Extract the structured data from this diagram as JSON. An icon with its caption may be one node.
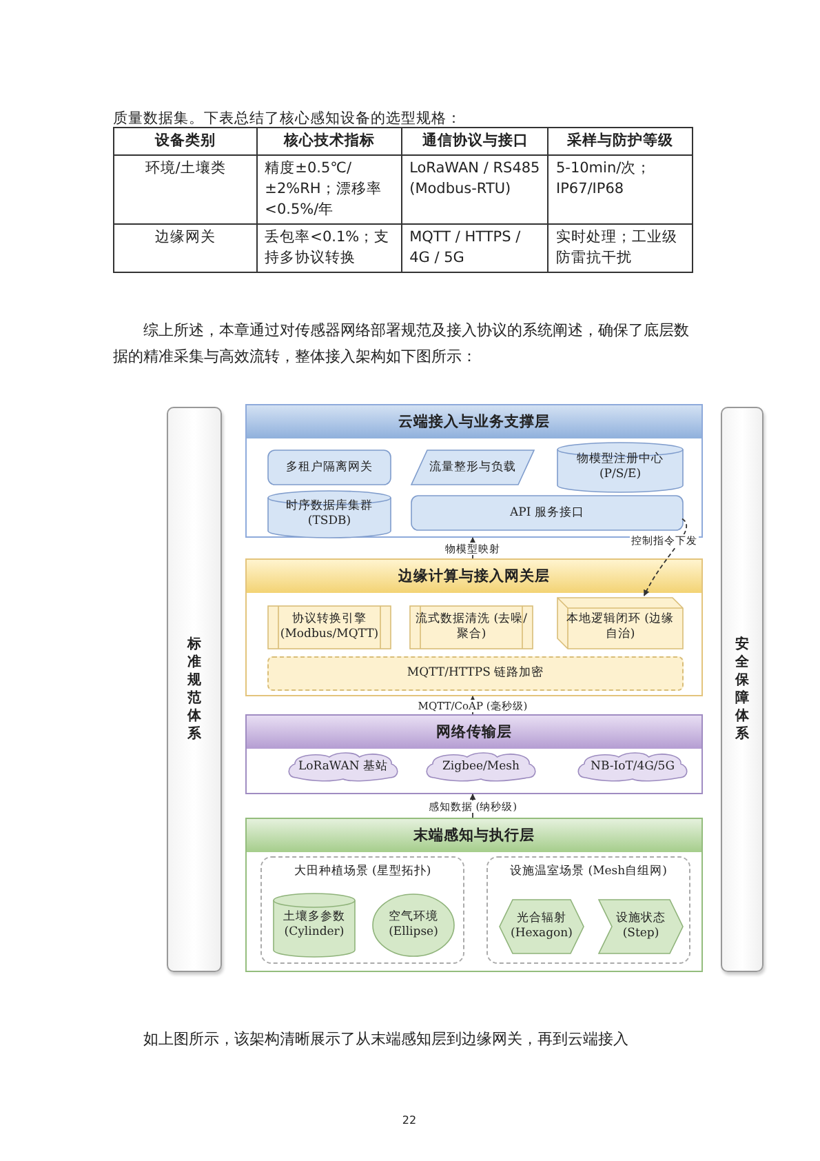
{
  "diagram": {
    "nodes": [
      {
        "text": [
          "标准规范体系"
        ]
      },
      {
        "text": [
          "云端接入与业务支撑层"
        ]
      },
      {
        "text": [
          "多租户隔离网关"
        ],
        "in": 1
      },
      {
        "text": [
          "流量整形与负载"
        ],
        "in": 1
      },
      {
        "text": [
          "物模型注册中心 (P/S/E)"
        ],
        "in": 1
      },
      {
        "text": [
          "时序数据库集群 (TSDB)"
        ],
        "in": 1
      },
      {
        "text": [
          "API 服务接口"
        ],
        "in": 1
      },
      {
        "text": [
          "边缘计算与接入网关层"
        ]
      },
      {
        "text": [
          "协议转换引擎 (Modbus/MQTT)"
        ],
        "in": 7
      },
      {
        "text": [
          "流式数据清洗 (去噪/聚合)"
        ],
        "in": 7
      },
      {
        "text": [
          "本地逻辑闭环 (边缘自治)"
        ],
        "in": 7
      },
      {
        "text": [
          "MQTT/HTTPS 链路加密"
        ],
        "in": 7
      },
      {
        "text": [
          "网络传输层"
        ]
      },
      {
        "text": [
          "LoRaWAN 基站"
        ],
        "in": 12
      },
      {
        "text": [
          "Zigbee/Mesh"
        ],
        "in": 12
      },
      {
        "text": [
          "NB-IoT/4G/5G"
        ],
        "in": 12
      },
      {
        "text": [
          "末端感知与执行层"
        ]
      },
      {
        "text": [
          "大田种植场景 (星型拓扑)"
        ],
        "in": 16
      },
      {
        "text": [
          "土壤多参数 (Cylinder)"
        ],
        "in": 17
      },
      {
        "text": [
          "空气环境 (Ellipse)"
        ],
        "in": 17
      },
      {
        "text": [
          "设施温室场景 (Mesh自组网)"
        ],
        "in": 16
      },
      {
        "text": [
          "光合辐射 (Hexagon)"
        ],
        "in": 20
      },
      {
        "text": [
          "设施状态 (Step)"
        ],
        "in": 20
      },
      {
        "text": [
          "安全保障体系"
        ]
      }
    ],
    "edges": [
      {
        "from": 7,
        "to": 1,
        "arrow": "to",
        "label": "物模型映射"
      },
      {
        "from": 6,
        "to": 10,
        "arrow": "to",
        "label": "控制指令下发",
        "style": "dashed"
      },
      {
        "from": 12,
        "to": 7,
        "arrow": "to",
        "label": "MQTT/CoAP (毫秒级)"
      },
      {
        "from": 16,
        "to": 12,
        "arrow": "to",
        "label": "感知数据 (纳秒级)"
      }
    ],
    "labels": [
      "质量数据集。下表总结了核心感知设备的选型规格：",
      "设备类别",
      "核心技术指标",
      "通信协议与接口",
      "采样与防护等级",
      "环境/土壤类",
      "精度±0.5℃/±2%RH；漂移率<0.5%/年",
      "LoRaWAN / RS485 (Modbus-RTU)",
      "5-10min/次；IP67/IP68",
      "边缘网关",
      "丢包率<0.1%；支持多协议转换",
      "MQTT / HTTPS / 4G / 5G",
      "实时处理；工业级防雷抗干扰",
      "综上所述，本章通过对传感器网络部署规范及接入协议的系统阐述，确保了底层数据的精准采集与高效流转，整体接入架构如下图所示：",
      "如上图所示，该架构清晰展示了从末端感知层到边缘网关，再到云端接入",
      "22"
    ]
  }
}
